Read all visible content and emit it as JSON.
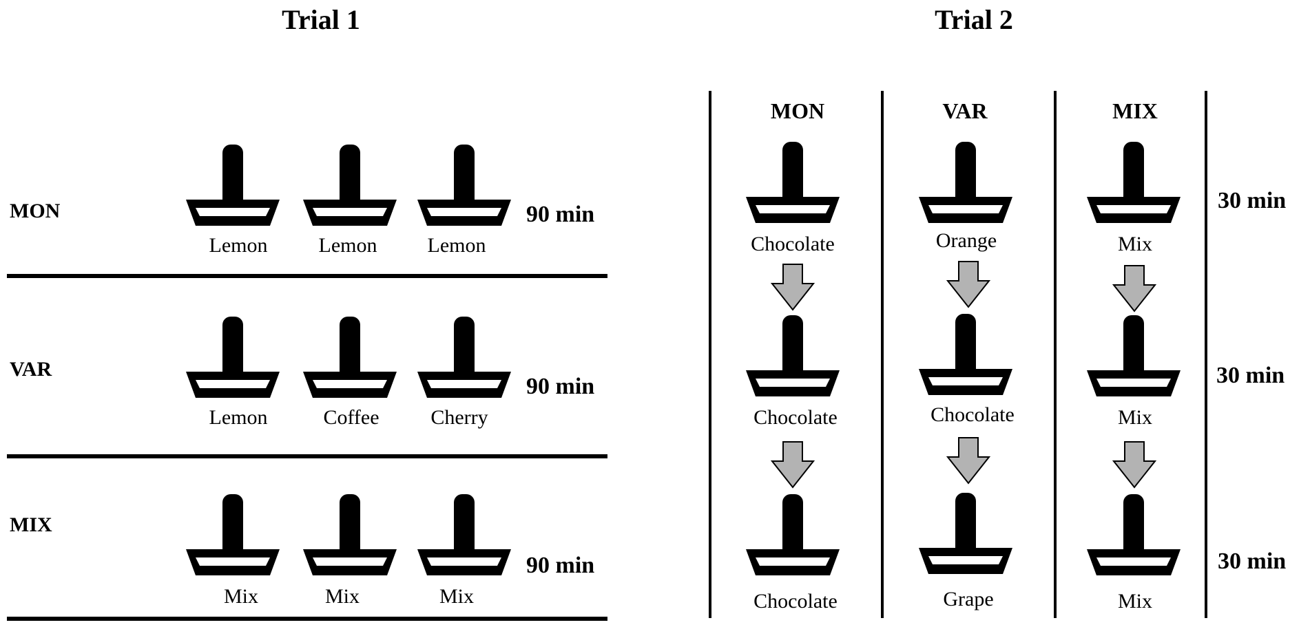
{
  "trial1": {
    "title": "Trial 1",
    "rows": [
      {
        "label": "MON",
        "duration": "90 min",
        "flavors": [
          "Lemon",
          "Lemon",
          "Lemon"
        ]
      },
      {
        "label": "VAR",
        "duration": "90 min",
        "flavors": [
          "Lemon",
          "Coffee",
          "Cherry"
        ]
      },
      {
        "label": "MIX",
        "duration": "90 min",
        "flavors": [
          "Mix",
          "Mix",
          "Mix"
        ]
      }
    ]
  },
  "trial2": {
    "title": "Trial 2",
    "columns": [
      {
        "label": "MON",
        "flavors": [
          "Chocolate",
          "Chocolate",
          "Chocolate"
        ]
      },
      {
        "label": "VAR",
        "flavors": [
          "Orange",
          "Chocolate",
          "Grape"
        ]
      },
      {
        "label": "MIX",
        "flavors": [
          "Mix",
          "Mix",
          "Mix"
        ]
      }
    ],
    "durations": [
      "30 min",
      "30 min",
      "30 min"
    ]
  },
  "colors": {
    "ink": "#000000",
    "arrow_fill": "#b3b3b3",
    "dish_inner": "#ffffff"
  },
  "icons": {
    "feeder": "feeder-icon",
    "arrow": "down-arrow-icon"
  }
}
